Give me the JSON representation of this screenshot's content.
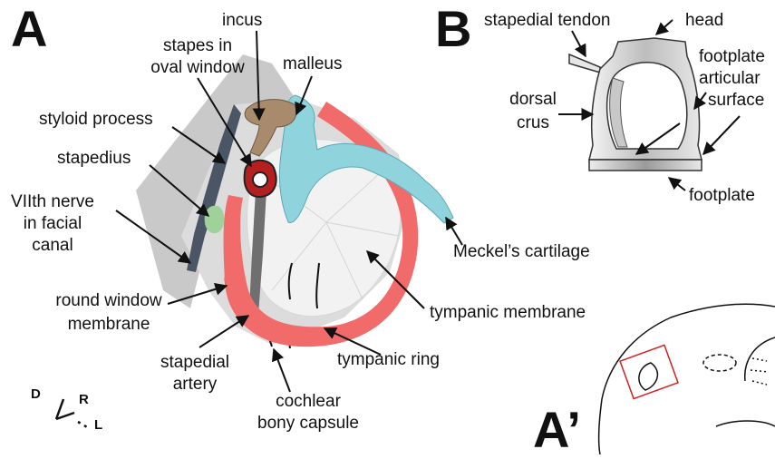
{
  "panels": {
    "a": "A",
    "b": "B",
    "a_prime": "A’"
  },
  "labels_a": {
    "incus": "incus",
    "stapes_1": "stapes in",
    "stapes_2": "oval window",
    "malleus": "malleus",
    "styloid": "styloid process",
    "stapedius": "stapedius",
    "nerve_1": "VIIth nerve",
    "nerve_2": "in facial",
    "nerve_3": "canal",
    "round_1": "round window",
    "round_2": "membrane",
    "artery_1": "stapedial",
    "artery_2": "artery",
    "cochlear_1": "cochlear",
    "cochlear_2": "bony capsule",
    "ring": "tympanic ring",
    "membrane": "tympanic membrane",
    "meckel": "Meckel’s cartilage"
  },
  "labels_b": {
    "tendon": "stapedial tendon",
    "head": "head",
    "footplate_art_1": "footplate",
    "footplate_art_2": "articular",
    "footplate_art_3": "surface",
    "dorsal_1": "dorsal",
    "dorsal_2": "crus",
    "footplate": "footplate"
  },
  "axes": {
    "d": "D",
    "r": "R",
    "l": "L"
  },
  "colors": {
    "incus": "#a88b6c",
    "malleus": "#8fd3dc",
    "tympanic_ring": "#f26b6b",
    "stapes_fill": "#b51f1f",
    "gray_region": "#c8c8c8",
    "dark_structure": "#4a5566",
    "stapedius": "#9fd29a",
    "inset_box": "#d32020"
  }
}
